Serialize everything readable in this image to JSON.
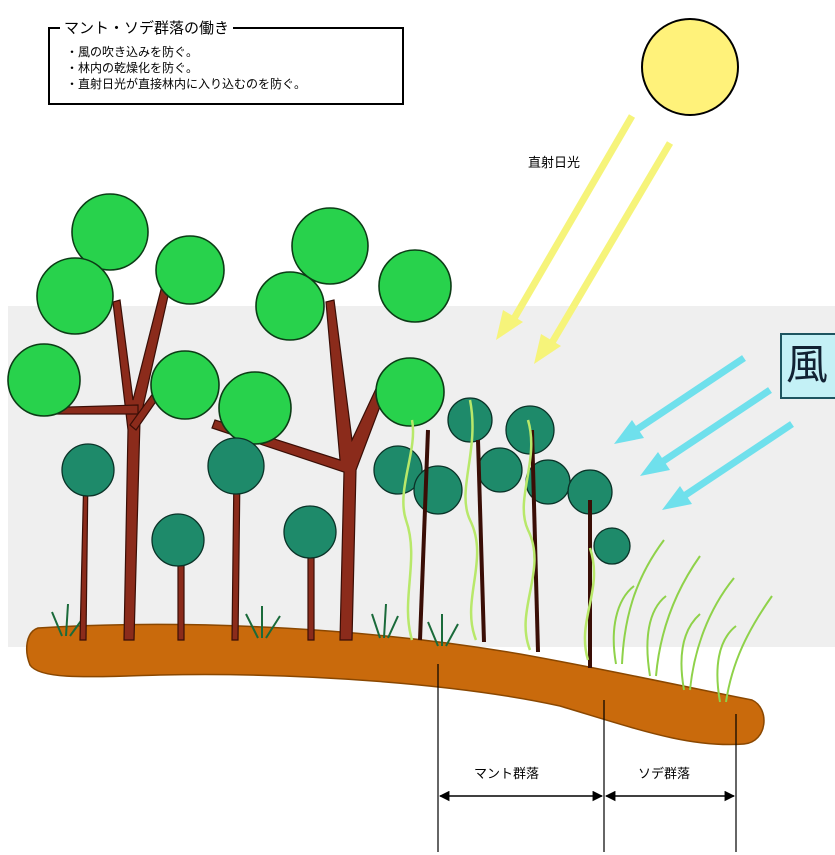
{
  "legend": {
    "title": "マント・ソデ群落の働き",
    "items": [
      "・風の吹き込みを防ぐ。",
      "・林内の乾燥化を防ぐ。",
      "・直射日光が直接林内に入り込むのを防ぐ。"
    ]
  },
  "labels": {
    "sunlight": "直射日光",
    "wind": "風",
    "mantle_community": "マント群落",
    "sode_community": "ソデ群落"
  },
  "colors": {
    "sun": "#fff27a",
    "sunlight_arrow": "#f6f47a",
    "wind_arrow": "#6fe0ec",
    "wind_band": "#efefef",
    "ground": "#c96a0c",
    "crown_light": "#28d24c",
    "crown_dark": "#1e8a6a",
    "trunk": "#8b2b1b",
    "vine": "#b8e86a",
    "grass": "#8fd24a"
  }
}
